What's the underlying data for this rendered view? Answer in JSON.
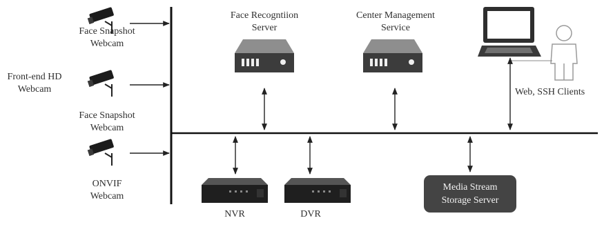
{
  "labels": {
    "front_end": "Front-end HD\nWebcam",
    "snap1": "Face Snapshot\nWebcam",
    "snap2": "Face Snapshot\nWebcam",
    "onvif": "ONVIF\nWebcam",
    "face_server": "Face Recogntiion\nServer",
    "center": "Center Management\nService",
    "clients": "Web, SSH Clients",
    "nvr": "NVR",
    "dvr": "DVR",
    "media": "Media Stream\nStorage Server"
  }
}
